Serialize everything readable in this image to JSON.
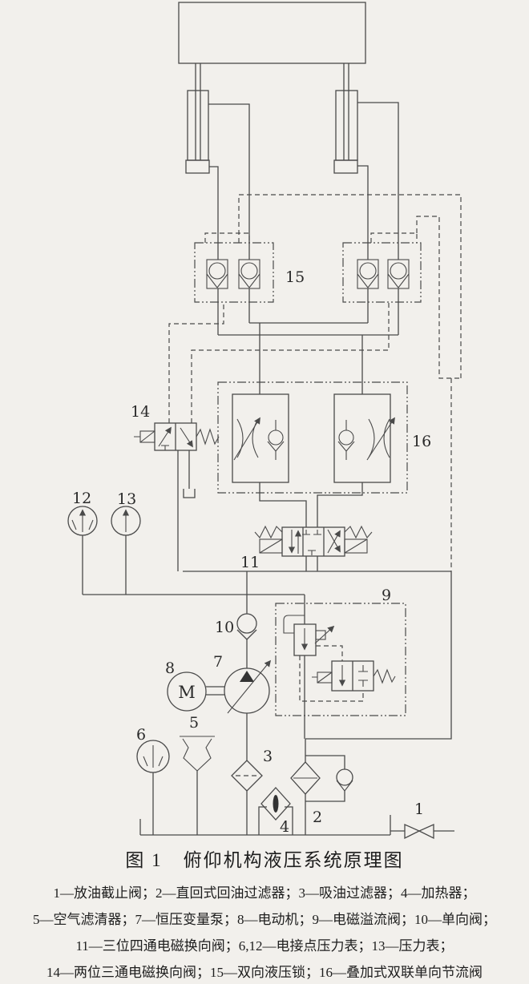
{
  "figure": {
    "caption_fig": "图 1",
    "caption_title": "俯仰机构液压系统原理图",
    "legend_lines": [
      "1—放油截止阀；2—直回式回油过滤器；3—吸油过滤器；4—加热器；",
      "5—空气滤清器；7—恒压变量泵；8—电动机；9—电磁溢流阀；10—单向阀；",
      "11—三位四通电磁换向阀；6,12—电接点压力表；13—压力表；",
      "14—两位三通电磁换向阀；15—双向液压锁；16—叠加式双联单向节流阀"
    ]
  },
  "diagram": {
    "labels": {
      "n1": "1",
      "n2": "2",
      "n3": "3",
      "n4": "4",
      "n5": "5",
      "n6": "6",
      "n7": "7",
      "n8": "8",
      "n9": "9",
      "n10": "10",
      "n11": "11",
      "n12": "12",
      "n13": "13",
      "n14": "14",
      "n15": "15",
      "n16": "16",
      "motor": "M"
    }
  },
  "colors": {
    "paper": "#f2f0ec",
    "line": "#4a4a4a",
    "ink": "#1d1d1d"
  }
}
